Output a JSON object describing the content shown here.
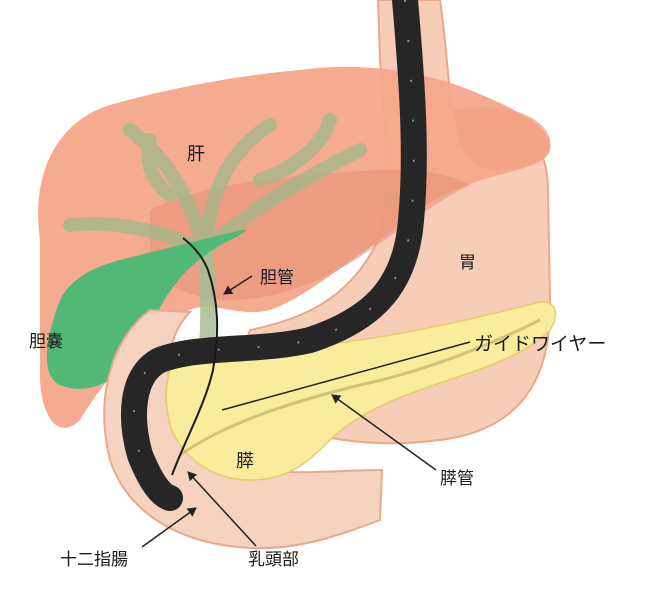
{
  "diagram": {
    "labels": {
      "liver": "肝",
      "bile_duct": "胆管",
      "stomach": "胃",
      "gallbladder": "胆嚢",
      "guidewire": "ガイドワイヤー",
      "pancreas": "膵",
      "pancreatic_duct": "膵管",
      "duodenum": "十二指腸",
      "papilla": "乳頭部"
    },
    "colors": {
      "liver": "#f4a68a",
      "liver_shadow": "#e38f74",
      "stomach": "#f7cdb7",
      "stomach_outline": "#e8a98c",
      "pancreas": "#f9ec9c",
      "gallbladder": "#52b878",
      "bile_ducts": "#9fb98a",
      "duodenum": "#f6d2c0",
      "endoscope": "#262626",
      "leader_lines": "#222222"
    }
  }
}
